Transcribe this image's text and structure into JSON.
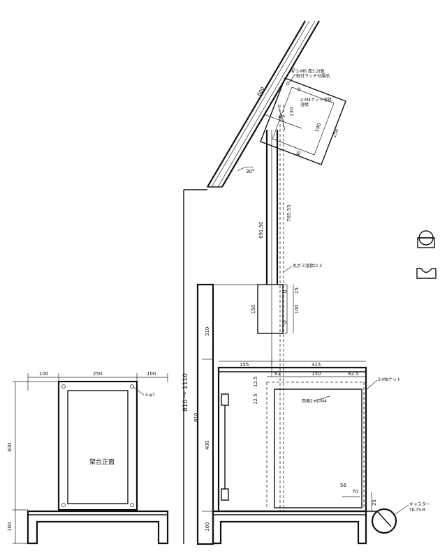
{
  "front_view": {
    "dims": {
      "left": "100",
      "middle": "250",
      "right": "100",
      "height_main": "400",
      "height_base": "100"
    },
    "hole_note": "4-φ7",
    "panel_label": "架台正面"
  },
  "side_view": {
    "dims": {
      "arm_length": "600",
      "arm_angle": "30°",
      "upper_length": "691.50",
      "upper_length_2": "765.55",
      "mid_height": "310",
      "lower_height": "400",
      "total_height": "810",
      "base_height": "100",
      "span_left": "155",
      "span_right": "315",
      "sub_62": "62",
      "sub_150": "150",
      "sub_82_5": "82.5",
      "clamp_150": "150",
      "clamp_25": "25",
      "clamp_100": "100",
      "head_130": "130",
      "head_190": "190",
      "head_250": "250",
      "head_40": "40",
      "head_30": "30",
      "head_45": "45°",
      "v_12_5a": "12.5",
      "v_12_5b": "12.5",
      "small_56": "56",
      "small_70": "70",
      "small_25": "25",
      "height_range": "810 ～ 1110"
    },
    "notes": {
      "bolt_note": "2-M6 皿3.2t板",
      "bolt_note_2": "取付ラッチ付属品",
      "nut_note": "2-M4ナット溶接",
      "nut_note_2": "溶接",
      "weld_note": "丸ボス溶接t2.3",
      "tap_note": "両側2×2-M4",
      "m8_note": "3-M8ナット",
      "caster_label": "キャスター",
      "caster_model": "TK-75-R"
    }
  },
  "symbols": {
    "top": "pipe-section-symbol",
    "bottom": "channel-section-symbol"
  }
}
